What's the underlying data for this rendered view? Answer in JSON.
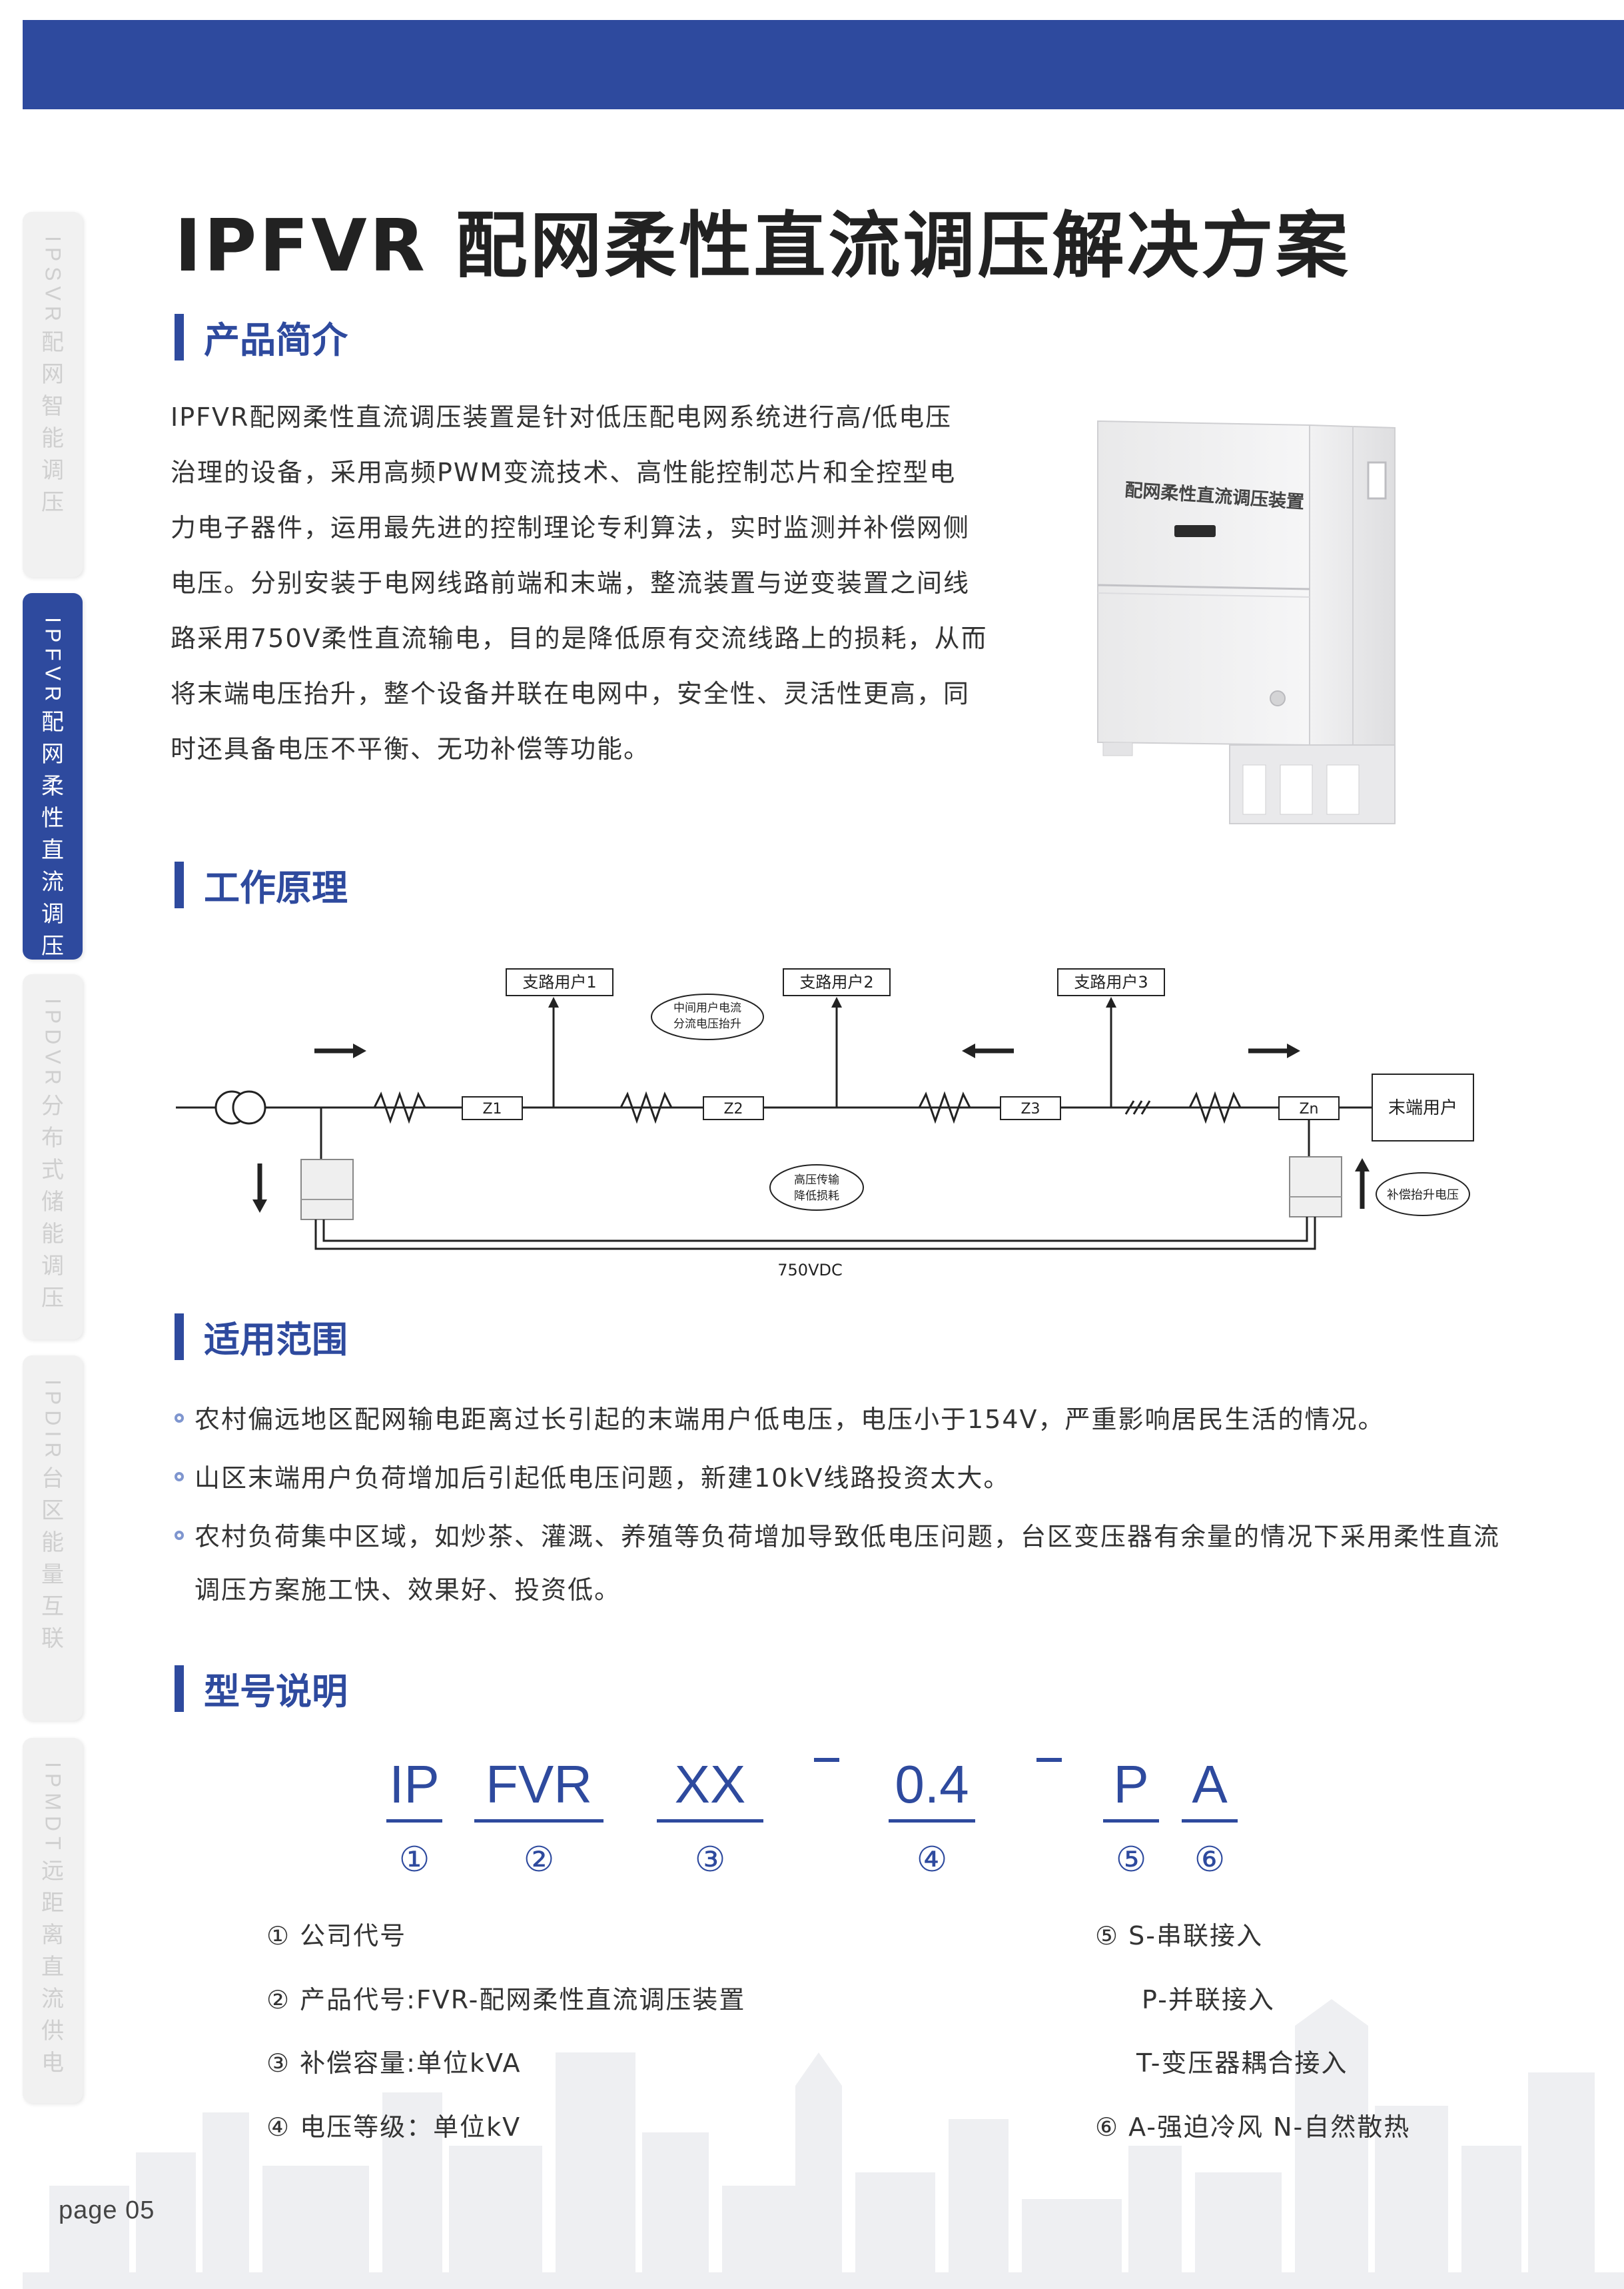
{
  "page": {
    "title": "IPFVR 配网柔性直流调压解决方案",
    "page_number": "page 05"
  },
  "side_tabs": [
    {
      "latin": "IPSVR",
      "cjk": "配网智能调压"
    },
    {
      "latin": "IPFVR",
      "cjk": "配网柔性直流调压"
    },
    {
      "latin": "IPDVR",
      "cjk": "分布式储能调压"
    },
    {
      "latin": "IPDIR",
      "cjk": "台区能量互联"
    },
    {
      "latin": "IPMDT",
      "cjk": "远距离直流供电"
    }
  ],
  "intro": {
    "heading": "产品简介",
    "lines": [
      "IPFVR配网柔性直流调压装置是针对低压配电网系统进行高/低电压",
      "治理的设备，采用高频PWM变流技术、高性能控制芯片和全控型电",
      "力电子器件，运用最先进的控制理论专利算法，实时监测并补偿网侧",
      "电压。分别安装于电网线路前端和末端，整流装置与逆变装置之间线",
      "路采用750V柔性直流输电，目的是降低原有交流线路上的损耗，从而",
      "将末端电压抬升，整个设备并联在电网中，安全性、灵活性更高，同",
      "时还具备电压不平衡、无功补偿等功能。"
    ],
    "product_label": "配网柔性直流调压装置"
  },
  "principle": {
    "heading": "工作原理",
    "branch_users": [
      "支路用户1",
      "支路用户2",
      "支路用户3"
    ],
    "impedances": [
      "Z1",
      "Z2",
      "Z3",
      "Zn"
    ],
    "end_user": "末端用户",
    "note_mid": [
      "中间用户电流",
      "分流电压抬升"
    ],
    "note_hv": [
      "高压传输",
      "降低损耗"
    ],
    "note_comp": "补偿抬升电压",
    "dc_label": "750VDC"
  },
  "scope": {
    "heading": "适用范围",
    "items": [
      "农村偏远地区配网输电距离过长引起的末端用户低电压，电压小于154V，严重影响居民生活的情况。",
      "山区末端用户负荷增加后引起低电压问题，新建10kV线路投资太大。",
      "农村负荷集中区域，如炒茶、灌溉、养殖等负荷增加导致低电压问题，台区变压器有余量的情况下采用柔性直流调压方案施工快、效果好、投资低。"
    ]
  },
  "model": {
    "heading": "型号说明",
    "parts": [
      {
        "code": "IP",
        "num": "①"
      },
      {
        "code": "FVR",
        "num": "②"
      },
      {
        "code": "XX",
        "num": "③"
      },
      {
        "code": "0.4",
        "num": "④"
      },
      {
        "code": "P",
        "num": "⑤"
      },
      {
        "code": "A",
        "num": "⑥"
      }
    ],
    "legend_left": [
      "① 公司代号",
      "② 产品代号:FVR-配网柔性直流调压装置",
      "③ 补偿容量:单位kVA",
      "④  电压等级：单位kV"
    ],
    "legend_right": [
      "⑤ S-串联接入",
      "P-并联接入",
      "T-变压器耦合接入",
      "⑥ A-强迫冷风    N-自然散热"
    ]
  },
  "colors": {
    "brand_blue": "#2e4a9e",
    "text": "#333333",
    "tab_inactive": "#f1f1f1"
  }
}
